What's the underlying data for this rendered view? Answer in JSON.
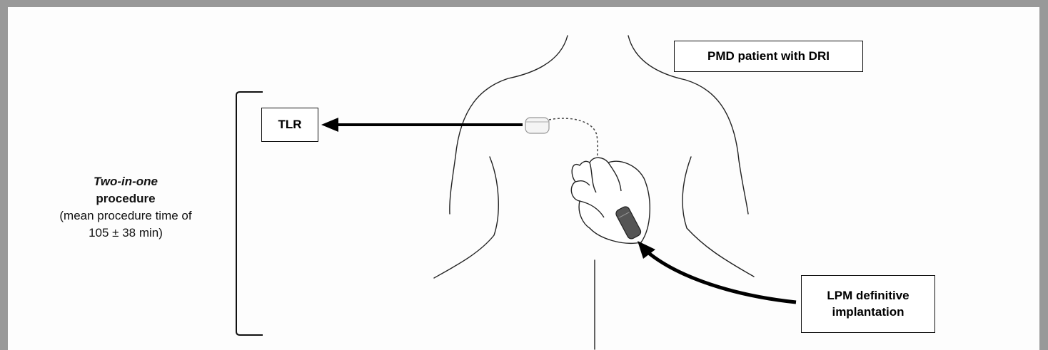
{
  "labels": {
    "pmd_patient": "PMD patient with DRI",
    "tlr": "TLR",
    "lpm_line1": "LPM definitive",
    "lpm_line2": "implantation"
  },
  "procedure": {
    "italic_part": "Two-in-one",
    "bold_part": "procedure",
    "detail_line1": "(mean procedure time of",
    "detail_line2": "105 ± 38 min)"
  },
  "colors": {
    "frame": "#999999",
    "panel": "#fdfdfd",
    "ink": "#111111",
    "device_fill": "#f2f2f2",
    "leadless_fill": "#555555"
  }
}
